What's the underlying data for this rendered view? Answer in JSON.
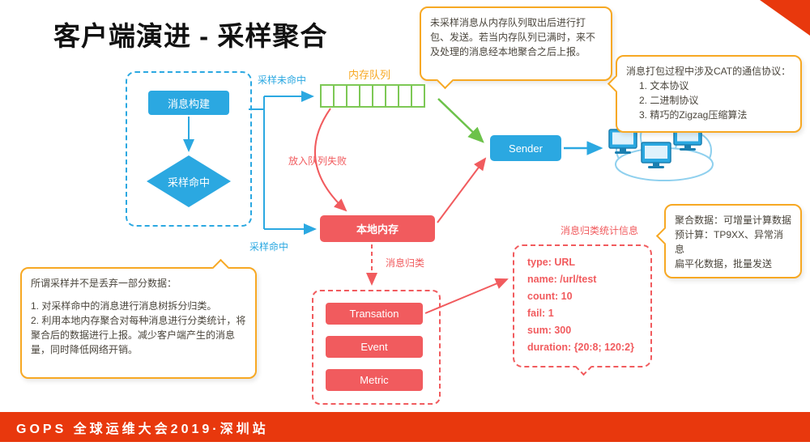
{
  "title": "客户端演进 - 采样聚合",
  "footer": "GOPS 全球运维大会2019·深圳站",
  "flow": {
    "message_build": "消息构建",
    "sampling_hit_diamond": "采样命中",
    "memory_queue_label": "内存队列",
    "queue_cell_count": 8,
    "sender": "Sender",
    "local_memory": "本地内存",
    "edge_labels": {
      "sampling_miss": "采样未命中",
      "enqueue_failed": "放入队列失败",
      "sampling_hit": "采样命中",
      "message_classify": "消息归类"
    },
    "classify_types": [
      "Transation",
      "Event",
      "Metric"
    ]
  },
  "callouts": {
    "pack_send": "未采样消息从内存队列取出后进行打包、发送。若当内存队列已满时，来不及处理的消息经本地聚合之后上报。",
    "protocol": {
      "title": "消息打包过程中涉及CAT的通信协议：",
      "items": [
        "1. 文本协议",
        "2. 二进制协议",
        "3. 精巧的Zigzag压缩算法"
      ]
    },
    "aggregate": {
      "lines": [
        "聚合数据：可增量计算数据",
        "预计算：TP9XX、异常消息",
        "扁平化数据，批量发送"
      ]
    },
    "sampling_note": {
      "title": "所谓采样并不是丢弃一部分数据：",
      "items": [
        "1.  对采样命中的消息进行消息树拆分归类。",
        "2.  利用本地内存聚合对每种消息进行分类统计，将聚合后的数据进行上报。减少客户端产生的消息量，同时降低网络开销。"
      ]
    }
  },
  "stats": {
    "title": "消息归类统计信息",
    "lines": [
      "type: URL",
      "name: /url/test",
      "count: 10",
      "fail: 1",
      "sum: 300",
      "duration: {20:8; 120:2}"
    ]
  },
  "colors": {
    "blue": "#2BA8E1",
    "red": "#F15B5E",
    "green": "#7DC855",
    "orange": "#F7A823",
    "footer_red": "#E8380D"
  }
}
